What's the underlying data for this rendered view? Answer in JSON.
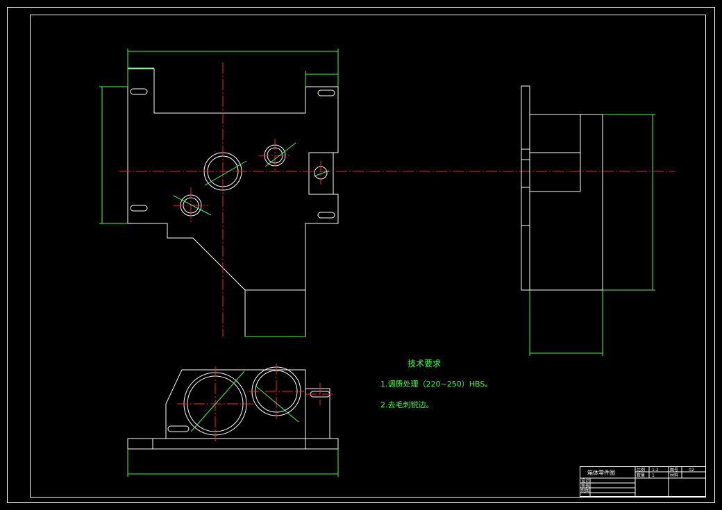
{
  "technical_requirements": {
    "title": "技术要求",
    "items": [
      "1.调质处理（220~250）HBS。",
      "2.去毛刺锐边。"
    ]
  },
  "title_block": {
    "drawing_name": "箱体零件图",
    "scale_label": "比例",
    "scale_value": "1:2",
    "drawing_no_label": "图号",
    "drawing_no_value": "02",
    "quantity_label": "数量",
    "quantity_value": "1",
    "material_label": "材料",
    "design_label": "设计",
    "check_label": "审核",
    "drafting_label": "制图"
  },
  "colors": {
    "outline": "#ffffff",
    "dimension": "#3dff3d",
    "centerline": "#ff2020",
    "background": "#000000"
  }
}
